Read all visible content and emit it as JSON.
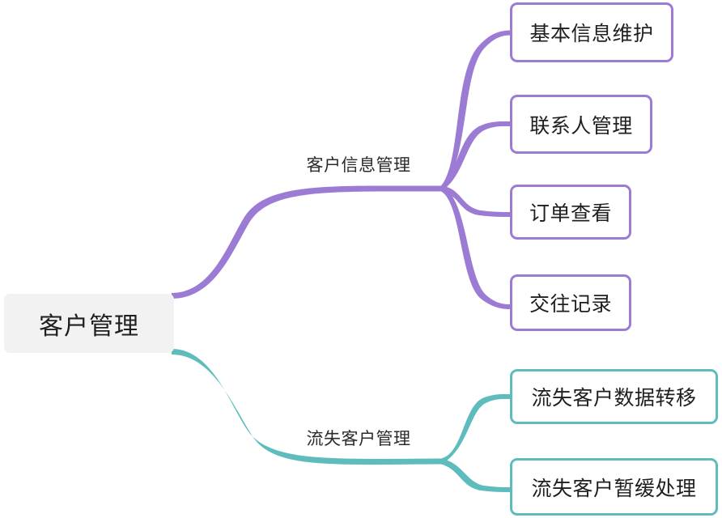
{
  "diagram": {
    "type": "mind-map",
    "title": "客户管理",
    "colors": {
      "root_background": "#f2f2f2",
      "branch_purple": "#9b7bd4",
      "branch_teal": "#5fbcbd",
      "text": "#1f1f1f",
      "canvas": "#ffffff"
    },
    "root": {
      "label": "客户管理"
    },
    "branches": [
      {
        "label": "客户信息管理",
        "color": "#9b7bd4",
        "children": [
          {
            "label": "基本信息维护"
          },
          {
            "label": "联系人管理"
          },
          {
            "label": "订单查看"
          },
          {
            "label": "交往记录"
          }
        ]
      },
      {
        "label": "流失客户管理",
        "color": "#5fbcbd",
        "children": [
          {
            "label": "流失客户数据转移"
          },
          {
            "label": "流失客户暂缓处理"
          }
        ]
      }
    ]
  }
}
